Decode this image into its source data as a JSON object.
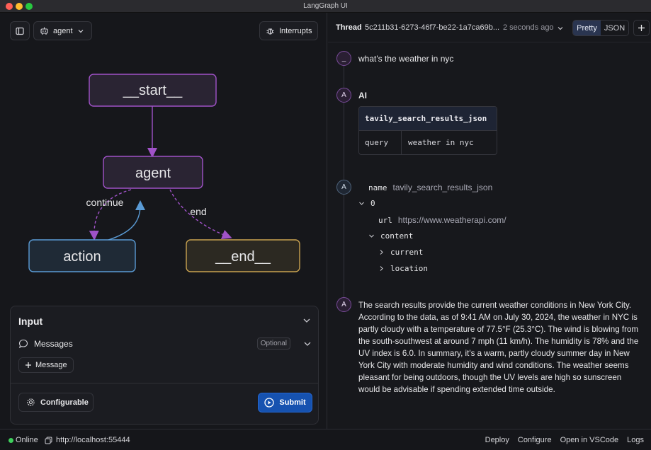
{
  "window": {
    "title": "LangGraph UI"
  },
  "left": {
    "agent_select": "agent",
    "interrupts_label": "Interrupts",
    "graph": {
      "nodes": {
        "start": "__start__",
        "agent": "agent",
        "action": "action",
        "end": "__end__"
      },
      "edge_labels": {
        "continue": "continue",
        "end": "end"
      }
    },
    "input": {
      "title": "Input",
      "messages_label": "Messages",
      "optional_badge": "Optional",
      "add_message": "Message",
      "configurable": "Configurable",
      "submit": "Submit"
    }
  },
  "thread": {
    "label": "Thread",
    "id": "5c211b31-6273-46f7-be22-1a7ca69b...",
    "time": "2 seconds ago",
    "view_pretty": "Pretty",
    "view_json": "JSON",
    "messages": [
      {
        "avatar": "_",
        "text": "what's the weather in nyc"
      },
      {
        "avatar": "A",
        "label": "AI",
        "tool_call": {
          "name": "tavily_search_results_json",
          "arg_key": "query",
          "arg_value": "weather in nyc"
        }
      },
      {
        "avatar": "A",
        "tool_result": {
          "name_key": "name",
          "name_value": "tavily_search_results_json",
          "index": "0",
          "url_key": "url",
          "url_value": "https://www.weatherapi.com/",
          "content_key": "content",
          "current_key": "current",
          "location_key": "location"
        }
      },
      {
        "avatar": "A",
        "text": "The search results provide the current weather conditions in New York City. According to the data, as of 9:41 AM on July 30, 2024, the weather in NYC is partly cloudy with a temperature of 77.5°F (25.3°C). The wind is blowing from the south-southwest at around 7 mph (11 km/h). The humidity is 78% and the UV index is 6.0. In summary, it's a warm, partly cloudy summer day in New York City with moderate humidity and wind conditions. The weather seems pleasant for being outdoors, though the UV levels are high so sunscreen would be advisable if spending extended time outside."
      }
    ]
  },
  "status": {
    "online": "Online",
    "url": "http://localhost:55444",
    "links": [
      "Deploy",
      "Configure",
      "Open in VSCode",
      "Logs"
    ]
  },
  "colors": {
    "start_node": "#a052c8",
    "action_node": "#5a9bd5",
    "end_node": "#c8a250",
    "edge": "#a052c8",
    "submit": "#1652b0",
    "online": "#3ecf5c"
  }
}
